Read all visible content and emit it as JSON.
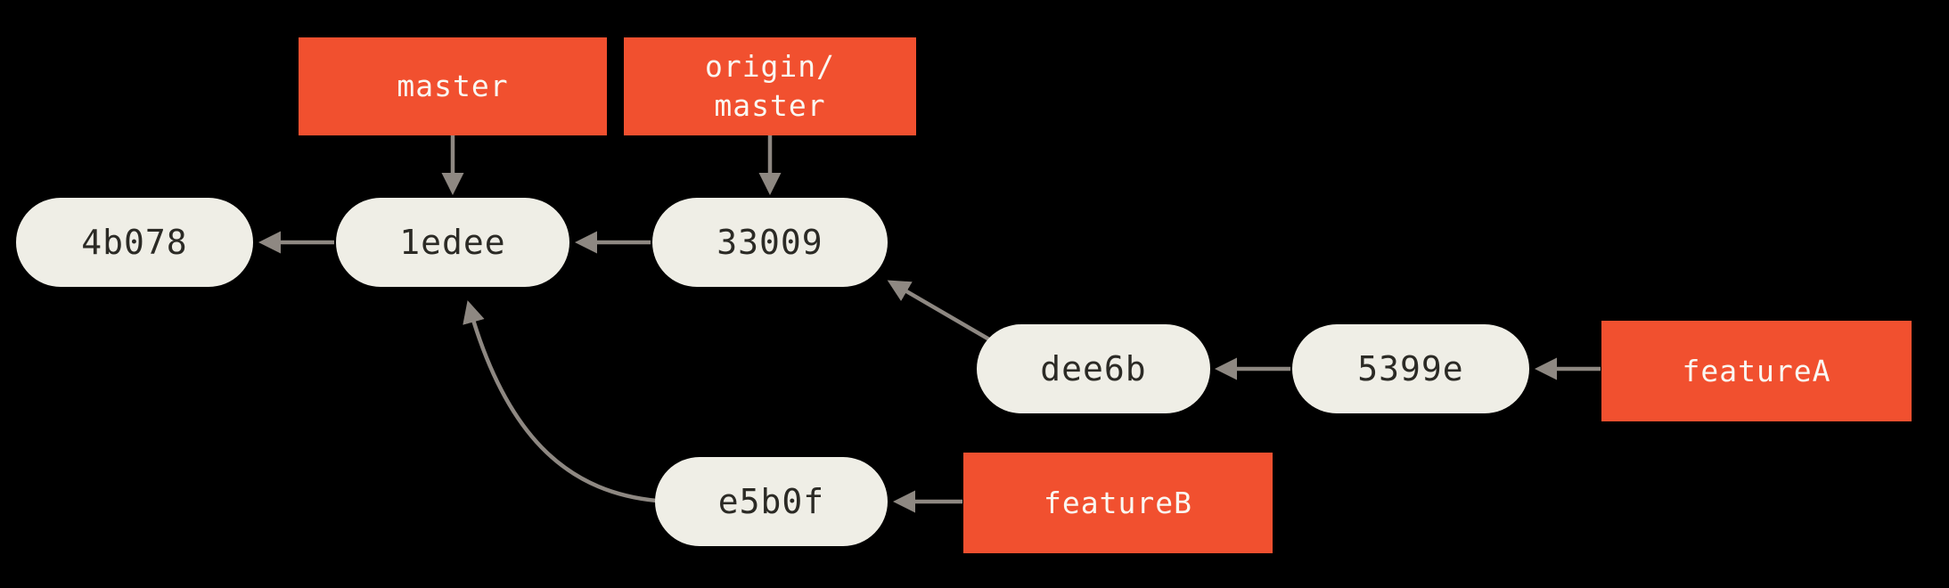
{
  "diagram": {
    "type": "git-commit-graph",
    "background": "#000000",
    "colors": {
      "branch_label_bg": "#F1502F",
      "branch_label_text": "#FAF8F2",
      "commit_fill": "#EFEEE6",
      "commit_text": "#2B2A25",
      "edge": "#8E8882"
    },
    "branch_labels": [
      {
        "id": "master",
        "text": "master",
        "points_to": "1edee"
      },
      {
        "id": "origin-master",
        "text": "origin/\nmaster",
        "points_to": "33009"
      },
      {
        "id": "featureA",
        "text": "featureA",
        "points_to": "5399e"
      },
      {
        "id": "featureB",
        "text": "featureB",
        "points_to": "e5b0f"
      }
    ],
    "commits": [
      {
        "id": "4b078",
        "label": "4b078",
        "parents": []
      },
      {
        "id": "1edee",
        "label": "1edee",
        "parents": [
          "4b078"
        ]
      },
      {
        "id": "33009",
        "label": "33009",
        "parents": [
          "1edee"
        ]
      },
      {
        "id": "dee6b",
        "label": "dee6b",
        "parents": [
          "33009"
        ]
      },
      {
        "id": "5399e",
        "label": "5399e",
        "parents": [
          "dee6b"
        ]
      },
      {
        "id": "e5b0f",
        "label": "e5b0f",
        "parents": [
          "1edee"
        ]
      }
    ],
    "edges": [
      {
        "from": "master",
        "to": "1edee",
        "kind": "label-pointer"
      },
      {
        "from": "origin/master",
        "to": "33009",
        "kind": "label-pointer"
      },
      {
        "from": "featureA",
        "to": "5399e",
        "kind": "label-pointer"
      },
      {
        "from": "featureB",
        "to": "e5b0f",
        "kind": "label-pointer"
      },
      {
        "from": "1edee",
        "to": "4b078",
        "kind": "parent"
      },
      {
        "from": "33009",
        "to": "1edee",
        "kind": "parent"
      },
      {
        "from": "dee6b",
        "to": "33009",
        "kind": "parent"
      },
      {
        "from": "5399e",
        "to": "dee6b",
        "kind": "parent"
      },
      {
        "from": "e5b0f",
        "to": "1edee",
        "kind": "parent"
      }
    ]
  }
}
